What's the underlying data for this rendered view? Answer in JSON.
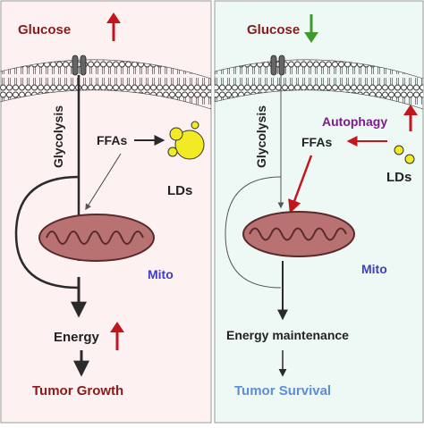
{
  "panels": {
    "left": {
      "glucose_label": "Glucose",
      "glucose_trend": "up",
      "glycolysis_label": "Glycolysis",
      "ffas_label": "FFAs",
      "lds_label": "LDs",
      "mito_label": "Mito",
      "energy_label": "Energy",
      "energy_trend": "up",
      "outcome_label": "Tumor Growth",
      "background": "#fdf1f1"
    },
    "right": {
      "glucose_label": "Glucose",
      "glucose_trend": "down",
      "glycolysis_label": "Glycolysis",
      "autophagy_label": "Autophagy",
      "autophagy_trend": "up",
      "ffas_label": "FFAs",
      "lds_label": "LDs",
      "mito_label": "Mito",
      "energy_label": "Energy maintenance",
      "outcome_label": "Tumor Survival",
      "background": "#eef8f4"
    }
  },
  "colors": {
    "glucose_text": "#8b1a1a",
    "up_arrow": "#c0161c",
    "down_arrow": "#3c9a2f",
    "mito_text": "#3e3fc0",
    "autophagy_text": "#7a1d8c",
    "tumor_growth_text": "#8b1a1a",
    "tumor_survival_text": "#5b8fd6",
    "lipid_droplet": "#f2ea25",
    "mitochondrion": "#b87272"
  }
}
